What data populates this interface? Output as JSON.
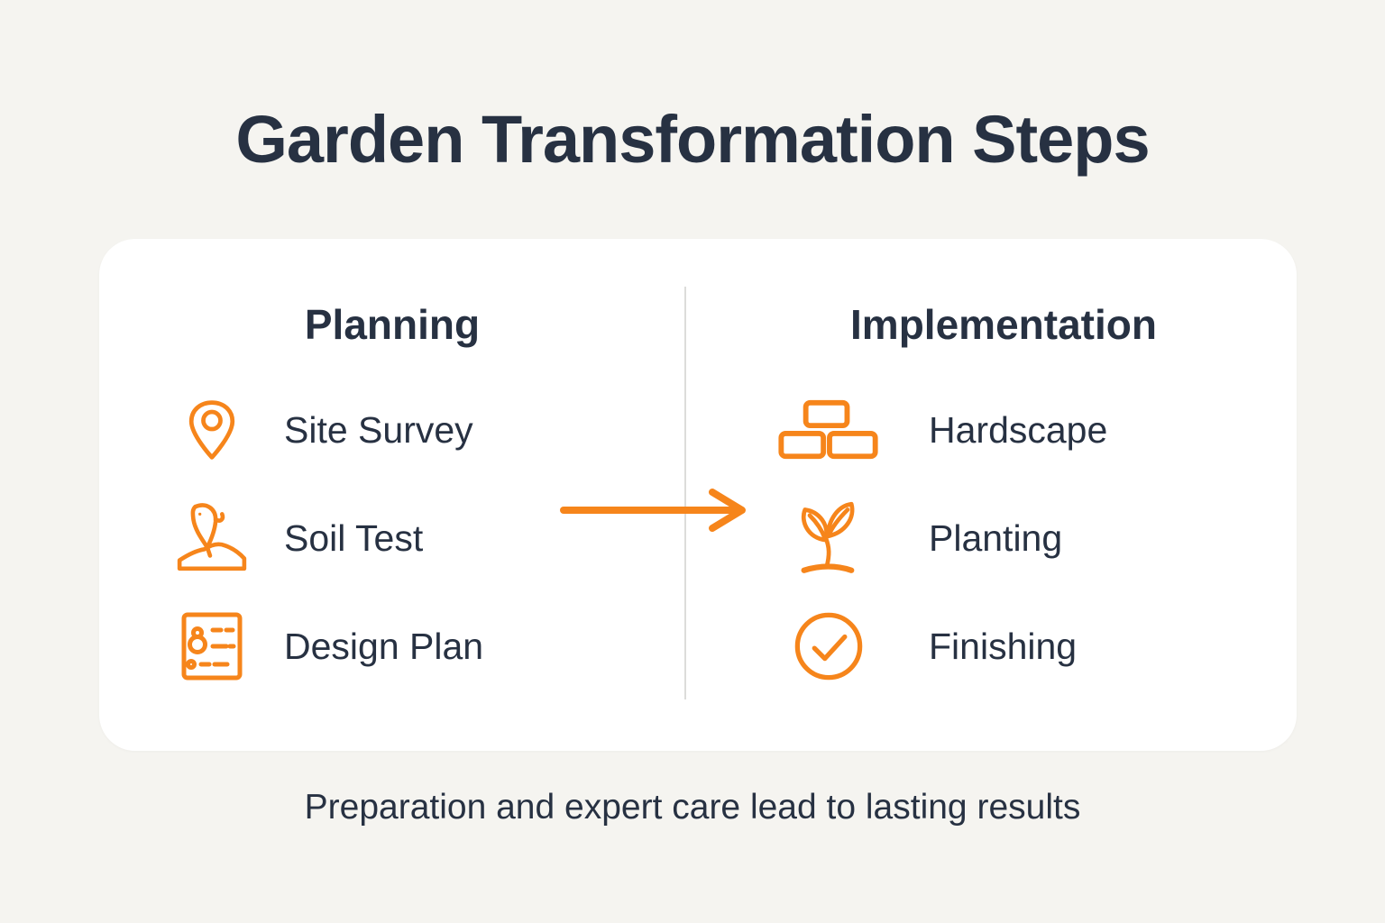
{
  "page": {
    "title": "Garden Transformation Steps",
    "caption": "Preparation and expert care lead to lasting results"
  },
  "columns": [
    {
      "header": "Planning",
      "items": [
        {
          "label": "Site Survey",
          "icon": "map-pin-icon"
        },
        {
          "label": "Soil Test",
          "icon": "trowel-soil-icon"
        },
        {
          "label": "Design Plan",
          "icon": "design-plan-icon"
        }
      ]
    },
    {
      "header": "Implementation",
      "items": [
        {
          "label": "Hardscape",
          "icon": "bricks-icon"
        },
        {
          "label": "Planting",
          "icon": "sprout-icon"
        },
        {
          "label": "Finishing",
          "icon": "check-circle-icon"
        }
      ]
    }
  ],
  "arrow": {
    "direction": "right"
  },
  "colors": {
    "accent_orange": "#F6851B",
    "text_dark": "#273142",
    "background": "#F5F4F0",
    "card": "#FFFFFF",
    "divider": "#DCDCDA"
  }
}
